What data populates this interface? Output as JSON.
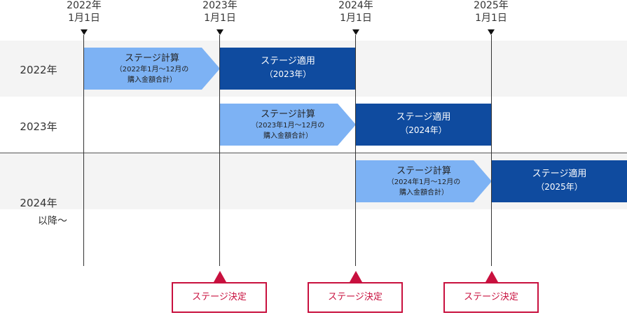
{
  "years": [
    {
      "line1": "2022年",
      "line2": "1月1日"
    },
    {
      "line1": "2023年",
      "line2": "1月1日"
    },
    {
      "line1": "2024年",
      "line2": "1月1日"
    },
    {
      "line1": "2025年",
      "line2": "1月1日"
    }
  ],
  "rows": [
    {
      "label": "2022年",
      "sub": ""
    },
    {
      "label": "2023年",
      "sub": ""
    },
    {
      "label": "2024年",
      "sub": "以降～"
    }
  ],
  "calc_boxes": [
    {
      "title": "ステージ計算",
      "detail1": "（2022年1月～12月の",
      "detail2": "購入金額合計）"
    },
    {
      "title": "ステージ計算",
      "detail1": "（2023年1月～12月の",
      "detail2": "購入金額合計）"
    },
    {
      "title": "ステージ計算",
      "detail1": "（2024年1月～12月の",
      "detail2": "購入金額合計）"
    }
  ],
  "apply_boxes": [
    {
      "title": "ステージ適用",
      "detail": "（2023年）"
    },
    {
      "title": "ステージ適用",
      "detail": "（2024年）"
    },
    {
      "title": "ステージ適用",
      "detail": "（2025年）"
    }
  ],
  "decision_label": "ステージ決定",
  "colors": {
    "calc": "#7db2f4",
    "apply": "#0f4b9f",
    "decision": "#c8103e",
    "band": "#f4f4f4"
  }
}
